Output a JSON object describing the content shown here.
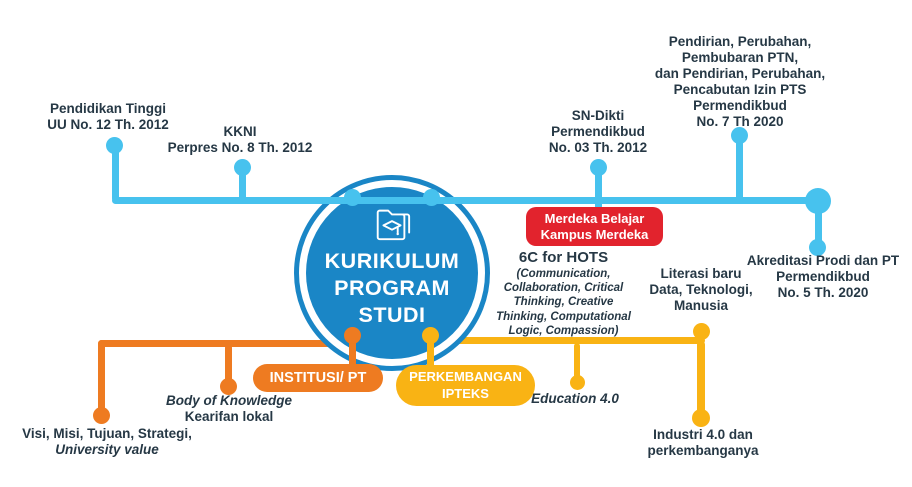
{
  "palette": {
    "blue_line": "#47C2EE",
    "circle_blue": "#1A86C6",
    "red": "#E2232D",
    "orange": "#EE7B21",
    "yellow": "#F9B314",
    "text_dark": "#263845"
  },
  "center": {
    "icon": "folder-graduation-cap-icon",
    "title_lines": [
      "KURIKULUM",
      "PROGRAM",
      "STUDI"
    ]
  },
  "timeline_top": {
    "items": [
      {
        "lines": [
          "Pendidikan Tinggi",
          "UU No. 12 Th. 2012"
        ]
      },
      {
        "lines": [
          "KKNI",
          "Perpres No. 8 Th. 2012"
        ]
      },
      {
        "lines": [
          "SN-Dikti",
          "Permendikbud",
          "No. 03 Th. 2012"
        ]
      },
      {
        "lines": [
          "Pendirian, Perubahan,",
          "Pembubaran PTN,",
          "dan Pendirian, Perubahan,",
          "Pencabutan Izin PTS",
          "Permendikbud",
          "No. 7 Th 2020"
        ]
      },
      {
        "lines": [
          "Akreditasi Prodi dan PT",
          "Permendikbud",
          "No. 5 Th. 2020"
        ]
      }
    ],
    "merdeka_badge": {
      "lines": [
        "Merdeka Belajar",
        "Kampus Merdeka"
      ]
    },
    "hots": {
      "title": "6C for HOTS",
      "details": [
        "(Communication,",
        "Collaboration, Critical",
        "Thinking, Creative",
        "Thinking, Computational",
        "Logic, Compassion)"
      ]
    },
    "literasi": {
      "lines": [
        "Literasi baru",
        "Data, Teknologi,",
        "Manusia"
      ]
    }
  },
  "branch_bottom": {
    "institusi_badge": "INSTITUSI/ PT",
    "ipteks_badge": {
      "lines": [
        "PERKEMBANGAN",
        "IPTEKS"
      ]
    },
    "visi": {
      "lines": [
        "Visi, Misi, Tujuan, Strategi,",
        "University value"
      ]
    },
    "body_of_knowledge": {
      "lines": [
        "Body of Knowledge",
        "Kearifan lokal"
      ]
    },
    "education": "Education 4.0",
    "industri": {
      "lines": [
        "Industri 4.0 dan",
        "perkembanganya"
      ]
    }
  }
}
